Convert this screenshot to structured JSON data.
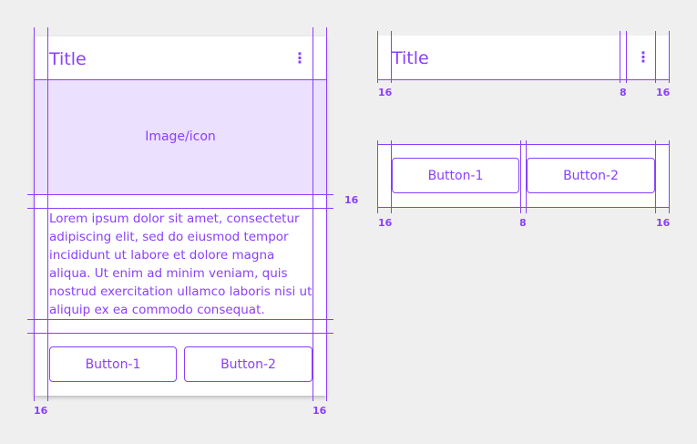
{
  "card": {
    "title": "Title",
    "more_icon": "⋮",
    "media_label": "Image/icon",
    "body": "Lorem ipsum dolor sit amet, consectetur adipiscing elit, sed do eiusmod tempor incididunt ut labore et dolore magna aliqua. Ut enim ad minim veniam, quis nostrud exercitation ullamco laboris nisi ut aliquip ex ea commodo consequat.",
    "button_1": "Button-1",
    "button_2": "Button-2",
    "spec_left": "16",
    "spec_right": "16",
    "spec_gap": "16"
  },
  "header_detail": {
    "title": "Title",
    "more_icon": "⋮",
    "spec_left": "16",
    "spec_mid": "8",
    "spec_right": "16"
  },
  "buttons_detail": {
    "button_1": "Button-1",
    "button_2": "Button-2",
    "spec_left": "16",
    "spec_mid": "8",
    "spec_right": "16"
  },
  "colors": {
    "accent": "#8a3ffc",
    "media_fill": "#ece0ff",
    "background": "#efefef",
    "card": "#ffffff"
  }
}
